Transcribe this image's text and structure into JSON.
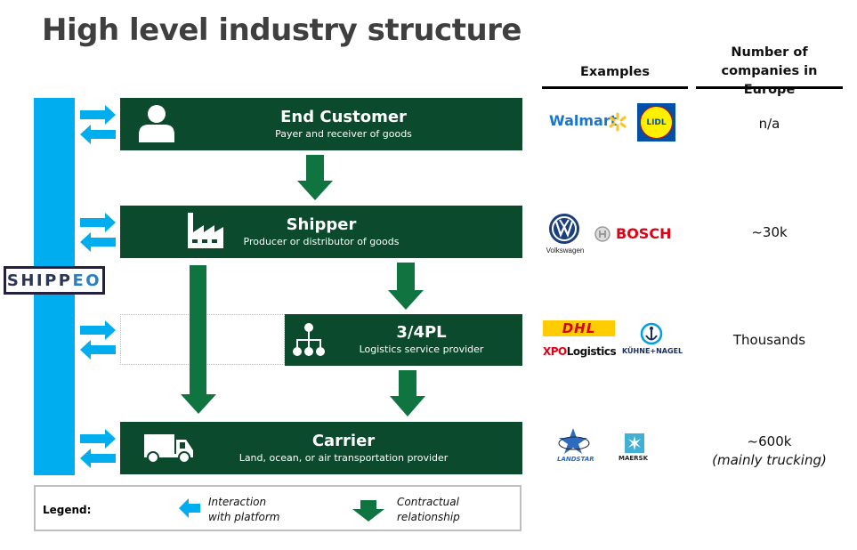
{
  "title": "High level industry structure",
  "columns": {
    "examples": "Examples",
    "count_line1": "Number of",
    "count_line2": "companies in Europe"
  },
  "platform": {
    "logo_main": "SHIPP",
    "logo_accent": "EO"
  },
  "tiers": [
    {
      "name": "End Customer",
      "description": "Payer and receiver of goods",
      "icon": "person-icon",
      "examples": [
        "Walmart",
        "LIDL"
      ],
      "count": "n/a"
    },
    {
      "name": "Shipper",
      "description": "Producer or distributor of goods",
      "icon": "factory-icon",
      "examples": [
        "Volkswagen",
        "BOSCH"
      ],
      "count": "~30k"
    },
    {
      "name": "3/4PL",
      "description": "Logistics service provider",
      "icon": "org-chart-icon",
      "examples": [
        "DHL",
        "XPO Logistics",
        "KÜHNE+NAGEL"
      ],
      "count": "Thousands"
    },
    {
      "name": "Carrier",
      "description": "Land, ocean, or air transportation provider",
      "icon": "truck-icon",
      "examples": [
        "LANDSTAR",
        "MAERSK"
      ],
      "count": "~600k",
      "count_note": "(mainly trucking)"
    }
  ],
  "logos": {
    "walmart": "Walmart",
    "lidl": "LIDL",
    "vw": "Volkswagen",
    "bosch": "BOSCH",
    "dhl": "DHL",
    "xpo_a": "XPO",
    "xpo_b": "Logistics",
    "kn": "KÜHNE+NAGEL",
    "landstar": "LANDSTAR",
    "maersk": "MAERSK"
  },
  "legend": {
    "label": "Legend:",
    "interaction_line1": "Interaction",
    "interaction_line2": "with platform",
    "contract_line1": "Contractual",
    "contract_line2": "relationship"
  },
  "colors": {
    "platform_blue": "#00aeef",
    "box_green": "#0b4a2c",
    "arrow_green": "#0f7440"
  }
}
